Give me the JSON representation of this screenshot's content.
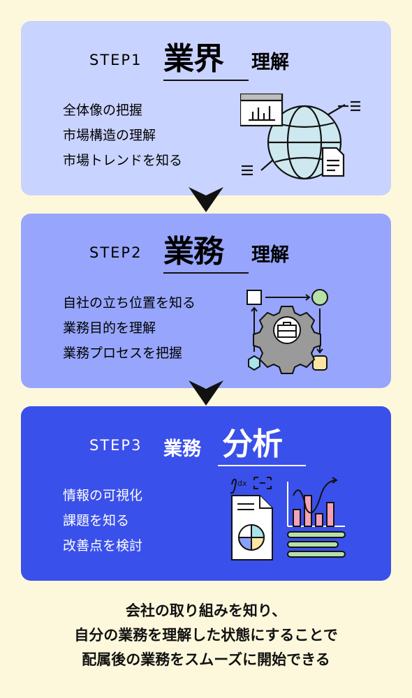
{
  "steps": [
    {
      "label": "STEP1",
      "big": "業界",
      "small": "理解",
      "items": [
        "全体像の把握",
        "市場構造の理解",
        "市場トレンドを知る"
      ],
      "icon": "globe-chart-icon"
    },
    {
      "label": "STEP2",
      "big": "業務",
      "small": "理解",
      "items": [
        "自社の立ち位置を知る",
        "業務目的を理解",
        "業務プロセスを把握"
      ],
      "icon": "gear-process-icon"
    },
    {
      "label": "STEP3",
      "small": "業務",
      "big": "分析",
      "items": [
        "情報の可視化",
        "課題を知る",
        "改善点を検討"
      ],
      "icon": "analytics-report-icon"
    }
  ],
  "footer": {
    "lines": [
      "会社の取り組みを知り、",
      "自分の業務を理解した状態にすることで",
      "配属後の業務をスムーズに開始できる"
    ]
  },
  "colors": {
    "background": "#fdf8dc",
    "step1": "#c9d3ff",
    "step2": "#97a6fc",
    "step3": "#3a50ea",
    "arrow": "#111111"
  }
}
